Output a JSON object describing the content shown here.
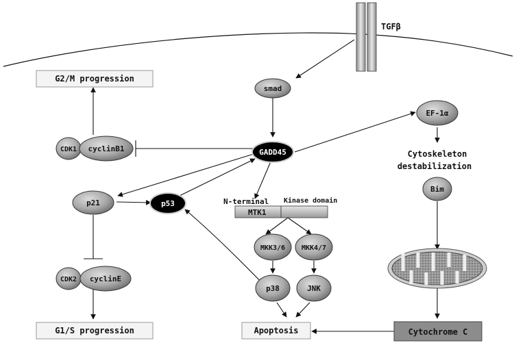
{
  "receptor": {
    "label": "TGFβ"
  },
  "nodes": {
    "smad": "smad",
    "gadd45": "GADD45",
    "ef1a": "EF-1α",
    "cdk1": "CDK1",
    "cyclinB1": "cyclinB1",
    "p21": "p21",
    "p53": "p53",
    "cdk2": "CDK2",
    "cyclinE": "cyclinE",
    "mtk1": "MTK1",
    "nterminal": "N-terminal",
    "kinase_domain": "Kinase domain",
    "mkk36": "MKK3/6",
    "mkk47": "MKK4/7",
    "p38": "p38",
    "jnk": "JNK",
    "bim": "Bim",
    "cytoskeleton": "Cytoskeleton",
    "destabilization": "destabilization"
  },
  "boxes": {
    "g2m": "G2/M progression",
    "g1s": "G1/S progression",
    "apoptosis": "Apoptosis",
    "cytochrome": "Cytochrome C"
  },
  "colors": {
    "node_gray": "#a9a9a9",
    "node_black": "#000000",
    "box_fill": "#f4f4f4",
    "cytochrome_fill": "#8c8c8c"
  }
}
